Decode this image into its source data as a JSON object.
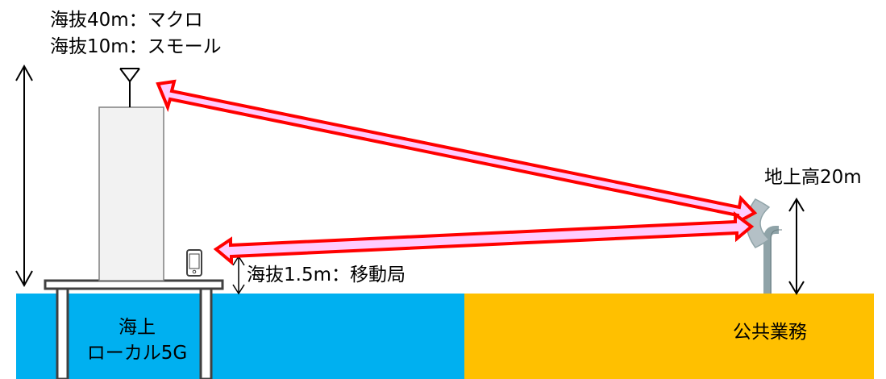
{
  "labels": {
    "tower_height_line1": "海抜40m：マクロ",
    "tower_height_line2": "海抜10m：スモール",
    "public_height": "地上高20m",
    "mobile_height": "海抜1.5m：移動局",
    "sea_area_line1": "海上",
    "sea_area_line2": "ローカル5G",
    "land_area": "公共業務"
  },
  "colors": {
    "sea": "#00b0f0",
    "land": "#ffc000",
    "link_outline": "#ff0000",
    "link_fill": "#ffccff",
    "pole": "#8fa3a8",
    "tower_fill": "#f2f2f2",
    "platform": "#404040"
  },
  "icons": {
    "antenna": "antenna-icon",
    "phone": "smartphone-icon",
    "dish": "parabolic-antenna-icon"
  }
}
